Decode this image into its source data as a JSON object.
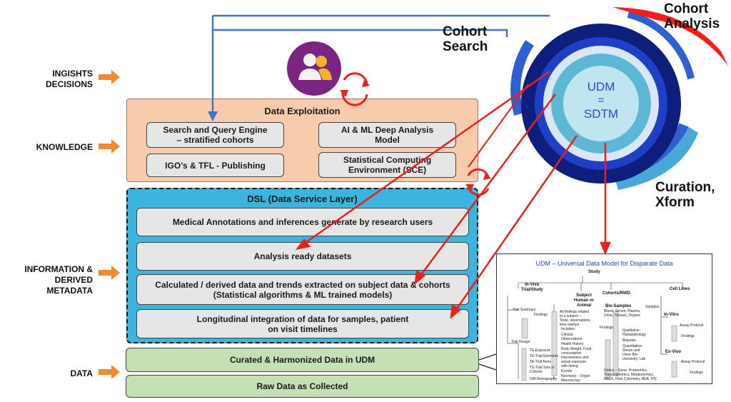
{
  "levels": {
    "insights": "INGISHTS\nDECISIONS",
    "knowledge": "KNOWLEDGE",
    "information": "INFORMATION &\nDERIVED\nMETADATA",
    "data": "DATA"
  },
  "callouts": {
    "cohort_search": "Cohort\nSearch",
    "cohort_analysis": "Cohort\nAnalysis",
    "curation": "Curation,\nXform",
    "udm_center_top": "UDM",
    "udm_center_eq": "=",
    "udm_center_bottom": "SDTM"
  },
  "exploitation": {
    "title": "Data Exploitation",
    "search_engine": "Search and Query Engine\n– stratified cohorts",
    "ai_ml": "AI & ML Deep Analysis\nModel",
    "igo_tfl": "IGO’s & TFL - Publishing",
    "sce": "Statistical Computing\nEnvironment (SCE)"
  },
  "dsl": {
    "title": "DSL (Data Service Layer)",
    "row1": "Medical Annotations and inferences generate by research users",
    "row2": "Analysis ready datasets",
    "row3": "Calculated / derived data and trends extracted on subject data & cohorts\n(Statistical algorithms & ML trained models)",
    "row4": "Longitudinal integration of data for samples, patient\non visit timelines"
  },
  "data_layer": {
    "curated": "Curated & Harmonized Data in UDM",
    "raw": "Raw Data as Collected"
  },
  "udm_model": {
    "title": "UDM – Universal Data Model for Disparate Data",
    "study": "Study",
    "invivo": "In-Vivo\nTrial/Study",
    "subject": "Subject\nHuman or\nAnimal",
    "cohorts": "Cohorts/RWD",
    "cell_lines": "Cell Lines",
    "trial_summary": "Trial Summary",
    "findings1": "Findings",
    "bio_samples": "Bio-Samples",
    "bio_samples_desc": "Blood, Serum, Plasma,\nUrine, Tissues, Organs",
    "samples": "Samples",
    "in_vitro": "In-Vitro",
    "assay1": "Assay Protocol",
    "findings2": "Findings",
    "findings3": "Findings",
    "ex_vivo": "Ex-Vivo",
    "assay2": "Assay Protocol",
    "findings4": "Findings",
    "trial_design": "Trial Design",
    "subject_notes": "All findings related\nto a subject –\nTests, observations,\ntime-stamps",
    "includes": "Includes:",
    "clinical": "Clinical\nObservations",
    "health": "Health History",
    "bodyweight": "Body Weight, Food\nconsumption",
    "interventions": "Interventions and\nactual exposure\nwith timing",
    "events": "Events",
    "necropsy": "Necropsy – Organ\nMacroscopy",
    "qualitative": "Qualitative:\nHistopathology",
    "biopsies": "Biopsies",
    "quantitative": "Quantitative:\nSerum and\nUrine Bio-\nchemistry, Lab",
    "omics": "Omics – Gene, Proteomics,\nTranscriptomics, Metabolomics,\nFACS, Flow Cytometry, ADA, IHC",
    "te": "TE-Exposure",
    "tl_elements": "TE-Trial Elements",
    "ta_arms": "TA-Trial Arms",
    "ts_sets": "TS-Trial Sets or\nCohorts",
    "dm_demo": "DM-Demography"
  },
  "colors": {
    "peach": "#f8cbad",
    "cyan": "#3cb4de",
    "green": "#c5e0b4",
    "red_arrow": "#e8221a",
    "blue_line": "#4472c4",
    "orange": "#f08a35",
    "navy": "#0d1f7a"
  },
  "icons": [
    "user-group-icon",
    "cycle-arrows-icon"
  ]
}
